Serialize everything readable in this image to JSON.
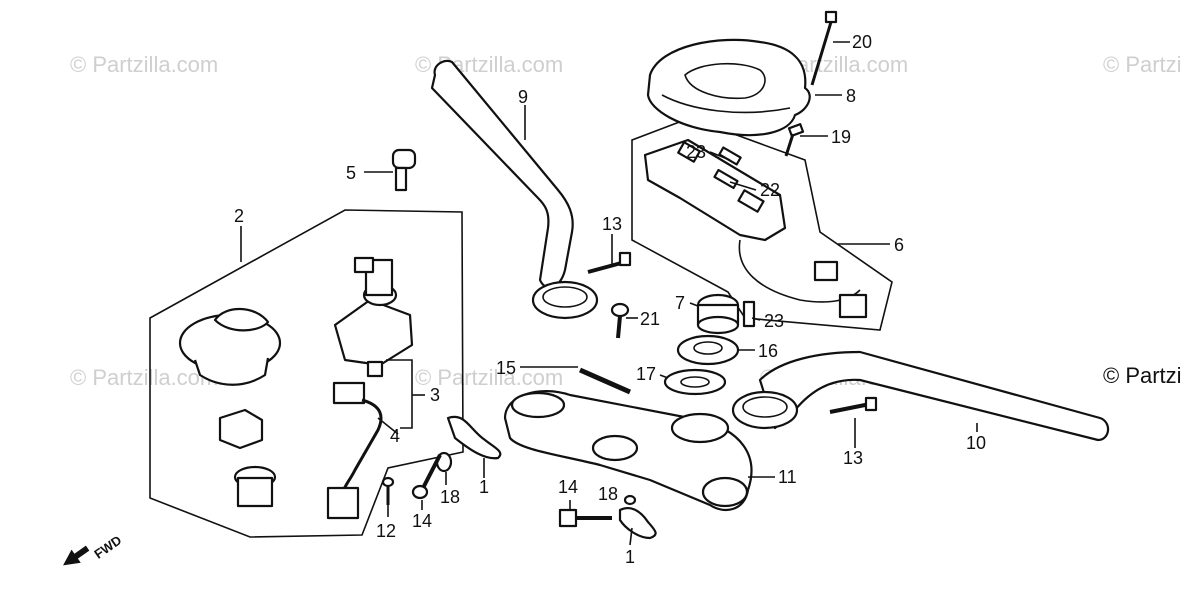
{
  "watermark": {
    "text": "© Partzilla.com",
    "cut_right": "© Partzi",
    "cut_left": "© Partzilla.com"
  },
  "copyright_label": "© Partzi",
  "fwd_label": "FWD",
  "callouts": [
    {
      "id": "c20",
      "text": "20"
    },
    {
      "id": "c8",
      "text": "8"
    },
    {
      "id": "c19",
      "text": "19"
    },
    {
      "id": "c23a",
      "text": "23"
    },
    {
      "id": "c22",
      "text": "22"
    },
    {
      "id": "c6",
      "text": "6"
    },
    {
      "id": "c9",
      "text": "9"
    },
    {
      "id": "c13a",
      "text": "13"
    },
    {
      "id": "c5",
      "text": "5"
    },
    {
      "id": "c2",
      "text": "2"
    },
    {
      "id": "c7",
      "text": "7"
    },
    {
      "id": "c21",
      "text": "21"
    },
    {
      "id": "c23b",
      "text": "23"
    },
    {
      "id": "c16",
      "text": "16"
    },
    {
      "id": "c15",
      "text": "15"
    },
    {
      "id": "c17",
      "text": "17"
    },
    {
      "id": "c3",
      "text": "3"
    },
    {
      "id": "c4",
      "text": "4"
    },
    {
      "id": "c10",
      "text": "10"
    },
    {
      "id": "c13b",
      "text": "13"
    },
    {
      "id": "c11",
      "text": "11"
    },
    {
      "id": "c1a",
      "text": "1"
    },
    {
      "id": "c18a",
      "text": "18"
    },
    {
      "id": "c14a",
      "text": "14"
    },
    {
      "id": "c12",
      "text": "12"
    },
    {
      "id": "c14b",
      "text": "14"
    },
    {
      "id": "c18b",
      "text": "18"
    },
    {
      "id": "c1b",
      "text": "1"
    }
  ]
}
